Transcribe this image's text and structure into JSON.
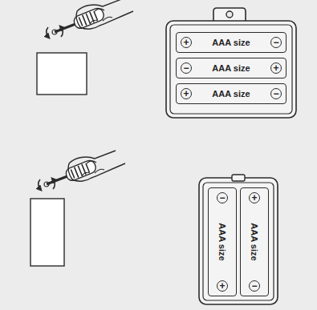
{
  "diagram": {
    "nodes": [
      {
        "text": [
          "+",
          "AAA size",
          "−"
        ]
      },
      {
        "text": [
          "−",
          "AAA size",
          "+"
        ]
      },
      {
        "text": [
          "+",
          "AAA size",
          "−"
        ]
      },
      {
        "text": [
          "−",
          "AAA size",
          "+"
        ]
      },
      {
        "text": [
          "+",
          "AAA size",
          "−"
        ]
      }
    ]
  }
}
